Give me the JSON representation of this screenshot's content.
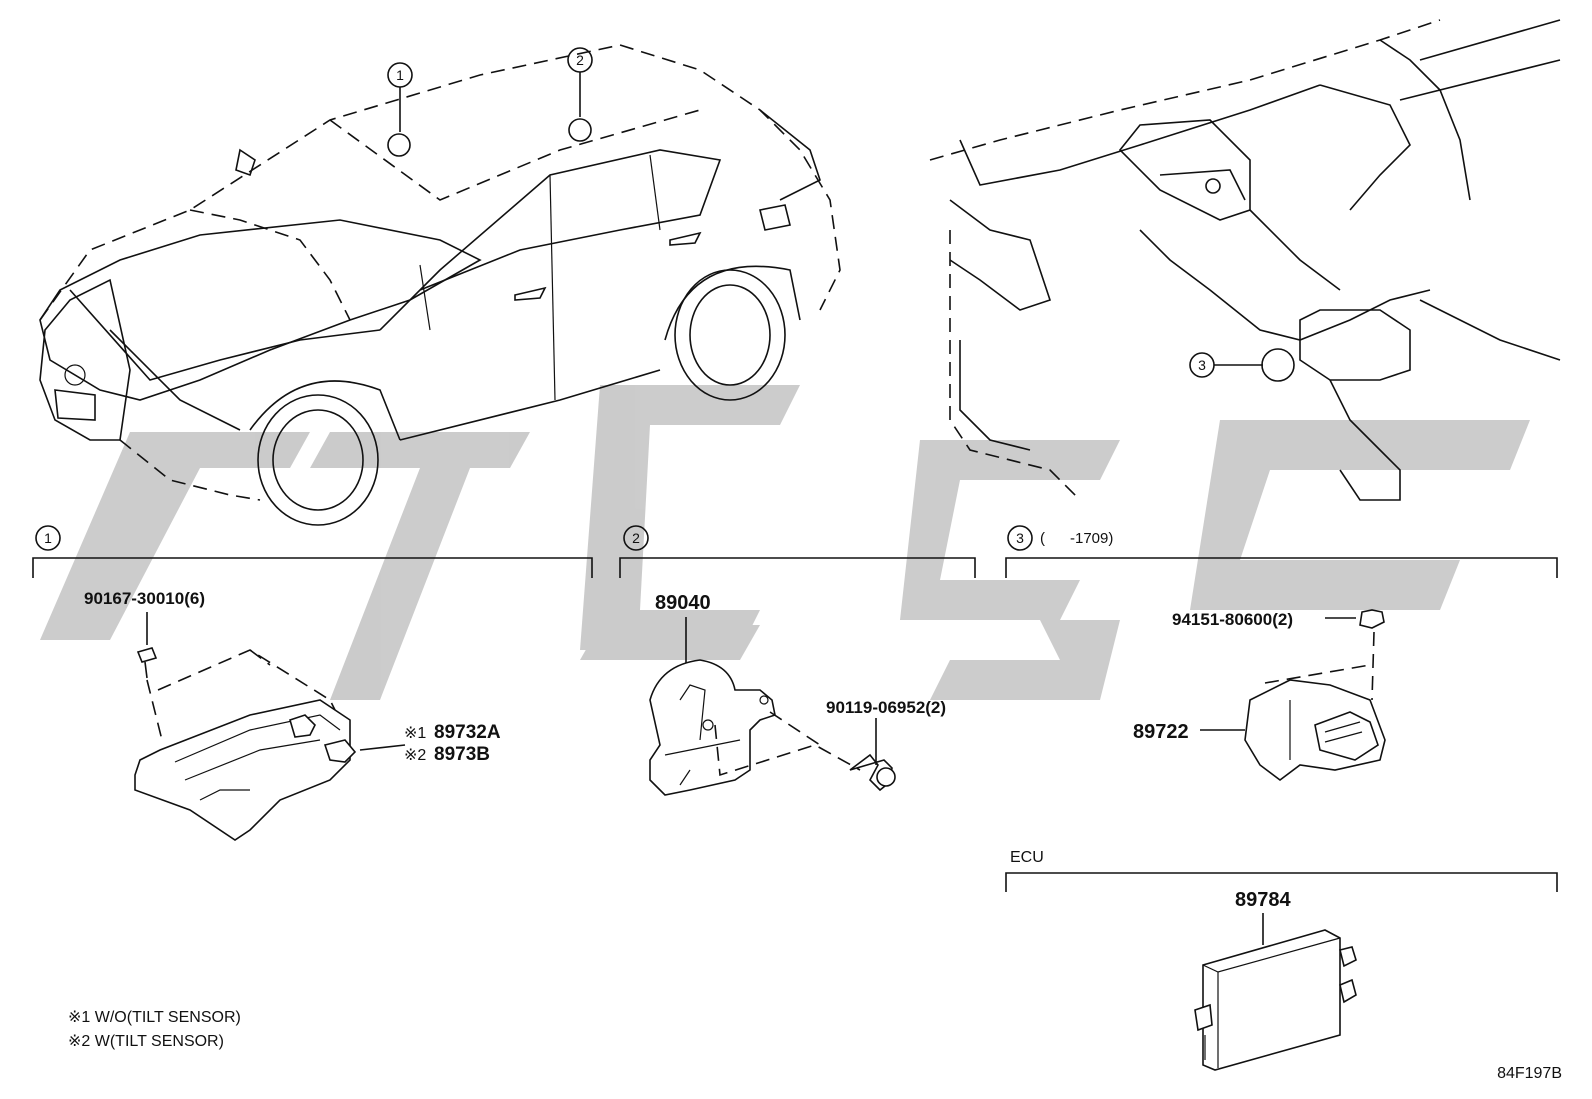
{
  "callouts": [
    {
      "num": "1"
    },
    {
      "num": "2"
    },
    {
      "num": "3"
    }
  ],
  "sections": [
    {
      "num": "1",
      "note": ""
    },
    {
      "num": "2",
      "note": ""
    },
    {
      "num": "3",
      "note": "(      -1709)"
    }
  ],
  "parts": {
    "screw_1": "90167-30010(6)",
    "sensor_a_mark": "※1",
    "sensor_a": "89732A",
    "sensor_b_mark": "※2",
    "sensor_b": "8973B",
    "bracket": "89040",
    "bolt": "90119-06952(2)",
    "nut": "94151-80600(2)",
    "sensor_3": "89722",
    "ecu_title": "ECU",
    "ecu": "89784"
  },
  "notes": [
    {
      "text": "※1 W/O(TILT SENSOR)"
    },
    {
      "text": "※2 W(TILT SENSOR)"
    }
  ],
  "diagram_code": "84F197B",
  "colors": {
    "line": "#111111",
    "watermark": "#c4c4c4"
  }
}
